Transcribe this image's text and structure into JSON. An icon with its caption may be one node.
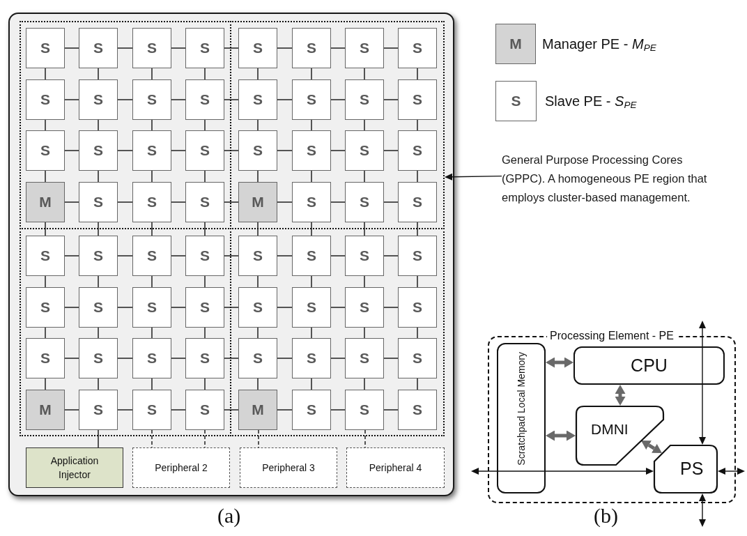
{
  "diagram": {
    "nodes": [
      {
        "text": [],
        "shape": "box"
      },
      {
        "text": [],
        "shape": "box",
        "in": 0
      },
      {
        "text": [],
        "shape": "box",
        "in": 0
      },
      {
        "text": [],
        "shape": "box",
        "in": 0
      },
      {
        "text": [],
        "shape": "box",
        "in": 0
      },
      {
        "text": [
          "S"
        ],
        "in": 1
      },
      {
        "text": [
          "S"
        ],
        "in": 1
      },
      {
        "text": [
          "S"
        ],
        "in": 1
      },
      {
        "text": [
          "S"
        ],
        "in": 1
      },
      {
        "text": [
          "S"
        ],
        "in": 2
      },
      {
        "text": [
          "S"
        ],
        "in": 2
      },
      {
        "text": [
          "S"
        ],
        "in": 2
      },
      {
        "text": [
          "S"
        ],
        "in": 2
      },
      {
        "text": [
          "S"
        ],
        "in": 1
      },
      {
        "text": [
          "S"
        ],
        "in": 1
      },
      {
        "text": [
          "S"
        ],
        "in": 1
      },
      {
        "text": [
          "S"
        ],
        "in": 1
      },
      {
        "text": [
          "S"
        ],
        "in": 2
      },
      {
        "text": [
          "S"
        ],
        "in": 2
      },
      {
        "text": [
          "S"
        ],
        "in": 2
      },
      {
        "text": [
          "S"
        ],
        "in": 2
      },
      {
        "text": [
          "S"
        ],
        "in": 1
      },
      {
        "text": [
          "S"
        ],
        "in": 1
      },
      {
        "text": [
          "S"
        ],
        "in": 1
      },
      {
        "text": [
          "S"
        ],
        "in": 1
      },
      {
        "text": [
          "S"
        ],
        "in": 2
      },
      {
        "text": [
          "S"
        ],
        "in": 2
      },
      {
        "text": [
          "S"
        ],
        "in": 2
      },
      {
        "text": [
          "S"
        ],
        "in": 2
      },
      {
        "text": [
          "M"
        ],
        "in": 1
      },
      {
        "text": [
          "S"
        ],
        "in": 1
      },
      {
        "text": [
          "S"
        ],
        "in": 1
      },
      {
        "text": [
          "S"
        ],
        "in": 1
      },
      {
        "text": [
          "M"
        ],
        "in": 2
      },
      {
        "text": [
          "S"
        ],
        "in": 2
      },
      {
        "text": [
          "S"
        ],
        "in": 2
      },
      {
        "text": [
          "S"
        ],
        "in": 2
      },
      {
        "text": [
          "S"
        ],
        "in": 3
      },
      {
        "text": [
          "S"
        ],
        "in": 3
      },
      {
        "text": [
          "S"
        ],
        "in": 3
      },
      {
        "text": [
          "S"
        ],
        "in": 3
      },
      {
        "text": [
          "S"
        ],
        "in": 4
      },
      {
        "text": [
          "S"
        ],
        "in": 4
      },
      {
        "text": [
          "S"
        ],
        "in": 4
      },
      {
        "text": [
          "S"
        ],
        "in": 4
      },
      {
        "text": [
          "S"
        ],
        "in": 3
      },
      {
        "text": [
          "S"
        ],
        "in": 3
      },
      {
        "text": [
          "S"
        ],
        "in": 3
      },
      {
        "text": [
          "S"
        ],
        "in": 3
      },
      {
        "text": [
          "S"
        ],
        "in": 4
      },
      {
        "text": [
          "S"
        ],
        "in": 4
      },
      {
        "text": [
          "S"
        ],
        "in": 4
      },
      {
        "text": [
          "S"
        ],
        "in": 4
      },
      {
        "text": [
          "S"
        ],
        "in": 3
      },
      {
        "text": [
          "S"
        ],
        "in": 3
      },
      {
        "text": [
          "S"
        ],
        "in": 3
      },
      {
        "text": [
          "S"
        ],
        "in": 3
      },
      {
        "text": [
          "S"
        ],
        "in": 4
      },
      {
        "text": [
          "S"
        ],
        "in": 4
      },
      {
        "text": [
          "S"
        ],
        "in": 4
      },
      {
        "text": [
          "S"
        ],
        "in": 4
      },
      {
        "text": [
          "M"
        ],
        "in": 3
      },
      {
        "text": [
          "S"
        ],
        "in": 3
      },
      {
        "text": [
          "S"
        ],
        "in": 3
      },
      {
        "text": [
          "S"
        ],
        "in": 3
      },
      {
        "text": [
          "M"
        ],
        "in": 4
      },
      {
        "text": [
          "S"
        ],
        "in": 4
      },
      {
        "text": [
          "S"
        ],
        "in": 4
      },
      {
        "text": [
          "S"
        ],
        "in": 4
      },
      {
        "text": [
          "Application Injector"
        ],
        "in": 0
      },
      {
        "text": [
          "Peripheral 2"
        ],
        "in": 0
      },
      {
        "text": [
          "Peripheral 3"
        ],
        "in": 0
      },
      {
        "text": [
          "Peripheral 4"
        ],
        "in": 0
      },
      {
        "text": [
          "M"
        ],
        "beside": [
          "Manager PE - *M*$_{PE}$"
        ]
      },
      {
        "text": [
          "S"
        ],
        "beside": [
          "Slave PE - *S*$_{PE}$"
        ]
      },
      {
        "text": [
          "General Purpose Processing Cores (GPPC). A homogeneous PE region that employs cluster-based management."
        ]
      },
      {
        "text": [
          "Processing Element - PE"
        ]
      },
      {
        "text": [
          "Scratchpad Local Memory"
        ],
        "in": 76
      },
      {
        "text": [
          "CPU"
        ],
        "in": 76
      },
      {
        "text": [
          "DMNI"
        ],
        "in": 76
      },
      {
        "text": [
          "PS"
        ],
        "in": 76
      }
    ],
    "edges": [
      {
        "from": 5,
        "to": 6,
        "arrow": "none"
      },
      {
        "from": 6,
        "to": 7,
        "arrow": "none"
      },
      {
        "from": 7,
        "to": 8,
        "arrow": "none"
      },
      {
        "from": 8,
        "to": 9,
        "arrow": "none"
      },
      {
        "from": 9,
        "to": 10,
        "arrow": "none"
      },
      {
        "from": 10,
        "to": 11,
        "arrow": "none"
      },
      {
        "from": 11,
        "to": 12,
        "arrow": "none"
      },
      {
        "from": 13,
        "to": 14,
        "arrow": "none"
      },
      {
        "from": 14,
        "to": 15,
        "arrow": "none"
      },
      {
        "from": 15,
        "to": 16,
        "arrow": "none"
      },
      {
        "from": 16,
        "to": 17,
        "arrow": "none"
      },
      {
        "from": 17,
        "to": 18,
        "arrow": "none"
      },
      {
        "from": 18,
        "to": 19,
        "arrow": "none"
      },
      {
        "from": 19,
        "to": 20,
        "arrow": "none"
      },
      {
        "from": 21,
        "to": 22,
        "arrow": "none"
      },
      {
        "from": 22,
        "to": 23,
        "arrow": "none"
      },
      {
        "from": 23,
        "to": 24,
        "arrow": "none"
      },
      {
        "from": 24,
        "to": 25,
        "arrow": "none"
      },
      {
        "from": 25,
        "to": 26,
        "arrow": "none"
      },
      {
        "from": 26,
        "to": 27,
        "arrow": "none"
      },
      {
        "from": 27,
        "to": 28,
        "arrow": "none"
      },
      {
        "from": 29,
        "to": 30,
        "arrow": "none"
      },
      {
        "from": 30,
        "to": 31,
        "arrow": "none"
      },
      {
        "from": 31,
        "to": 32,
        "arrow": "none"
      },
      {
        "from": 32,
        "to": 33,
        "arrow": "none"
      },
      {
        "from": 33,
        "to": 34,
        "arrow": "none"
      },
      {
        "from": 34,
        "to": 35,
        "arrow": "none"
      },
      {
        "from": 35,
        "to": 36,
        "arrow": "none"
      },
      {
        "from": 37,
        "to": 38,
        "arrow": "none"
      },
      {
        "from": 38,
        "to": 39,
        "arrow": "none"
      },
      {
        "from": 39,
        "to": 40,
        "arrow": "none"
      },
      {
        "from": 40,
        "to": 41,
        "arrow": "none"
      },
      {
        "from": 41,
        "to": 42,
        "arrow": "none"
      },
      {
        "from": 42,
        "to": 43,
        "arrow": "none"
      },
      {
        "from": 43,
        "to": 44,
        "arrow": "none"
      },
      {
        "from": 45,
        "to": 46,
        "arrow": "none"
      },
      {
        "from": 46,
        "to": 47,
        "arrow": "none"
      },
      {
        "from": 47,
        "to": 48,
        "arrow": "none"
      },
      {
        "from": 48,
        "to": 49,
        "arrow": "none"
      },
      {
        "from": 49,
        "to": 50,
        "arrow": "none"
      },
      {
        "from": 50,
        "to": 51,
        "arrow": "none"
      },
      {
        "from": 51,
        "to": 52,
        "arrow": "none"
      },
      {
        "from": 53,
        "to": 54,
        "arrow": "none"
      },
      {
        "from": 54,
        "to": 55,
        "arrow": "none"
      },
      {
        "from": 55,
        "to": 56,
        "arrow": "none"
      },
      {
        "from": 56,
        "to": 57,
        "arrow": "none"
      },
      {
        "from": 57,
        "to": 58,
        "arrow": "none"
      },
      {
        "from": 58,
        "to": 59,
        "arrow": "none"
      },
      {
        "from": 59,
        "to": 60,
        "arrow": "none"
      },
      {
        "from": 61,
        "to": 62,
        "arrow": "none"
      },
      {
        "from": 62,
        "to": 63,
        "arrow": "none"
      },
      {
        "from": 63,
        "to": 64,
        "arrow": "none"
      },
      {
        "from": 64,
        "to": 65,
        "arrow": "none"
      },
      {
        "from": 65,
        "to": 66,
        "arrow": "none"
      },
      {
        "from": 66,
        "to": 67,
        "arrow": "none"
      },
      {
        "from": 67,
        "to": 68,
        "arrow": "none"
      },
      {
        "from": 5,
        "to": 13,
        "arrow": "none"
      },
      {
        "from": 6,
        "to": 14,
        "arrow": "none"
      },
      {
        "from": 7,
        "to": 15,
        "arrow": "none"
      },
      {
        "from": 8,
        "to": 16,
        "arrow": "none"
      },
      {
        "from": 9,
        "to": 17,
        "arrow": "none"
      },
      {
        "from": 10,
        "to": 18,
        "arrow": "none"
      },
      {
        "from": 11,
        "to": 19,
        "arrow": "none"
      },
      {
        "from": 12,
        "to": 20,
        "arrow": "none"
      },
      {
        "from": 13,
        "to": 21,
        "arrow": "none"
      },
      {
        "from": 14,
        "to": 22,
        "arrow": "none"
      },
      {
        "from": 15,
        "to": 23,
        "arrow": "none"
      },
      {
        "from": 16,
        "to": 24,
        "arrow": "none"
      },
      {
        "from": 17,
        "to": 25,
        "arrow": "none"
      },
      {
        "from": 18,
        "to": 26,
        "arrow": "none"
      },
      {
        "from": 19,
        "to": 27,
        "arrow": "none"
      },
      {
        "from": 20,
        "to": 28,
        "arrow": "none"
      },
      {
        "from": 21,
        "to": 29,
        "arrow": "none"
      },
      {
        "from": 22,
        "to": 30,
        "arrow": "none"
      },
      {
        "from": 23,
        "to": 31,
        "arrow": "none"
      },
      {
        "from": 24,
        "to": 32,
        "arrow": "none"
      },
      {
        "from": 25,
        "to": 33,
        "arrow": "none"
      },
      {
        "from": 26,
        "to": 34,
        "arrow": "none"
      },
      {
        "from": 27,
        "to": 35,
        "arrow": "none"
      },
      {
        "from": 28,
        "to": 36,
        "arrow": "none"
      },
      {
        "from": 29,
        "to": 37,
        "arrow": "none"
      },
      {
        "from": 30,
        "to": 38,
        "arrow": "none"
      },
      {
        "from": 31,
        "to": 39,
        "arrow": "none"
      },
      {
        "from": 32,
        "to": 40,
        "arrow": "none"
      },
      {
        "from": 33,
        "to": 41,
        "arrow": "none"
      },
      {
        "from": 34,
        "to": 42,
        "arrow": "none"
      },
      {
        "from": 35,
        "to": 43,
        "arrow": "none"
      },
      {
        "from": 36,
        "to": 44,
        "arrow": "none"
      },
      {
        "from": 37,
        "to": 45,
        "arrow": "none"
      },
      {
        "from": 38,
        "to": 46,
        "arrow": "none"
      },
      {
        "from": 39,
        "to": 47,
        "arrow": "none"
      },
      {
        "from": 40,
        "to": 48,
        "arrow": "none"
      },
      {
        "from": 41,
        "to": 49,
        "arrow": "none"
      },
      {
        "from": 42,
        "to": 50,
        "arrow": "none"
      },
      {
        "from": 43,
        "to": 51,
        "arrow": "none"
      },
      {
        "from": 44,
        "to": 52,
        "arrow": "none"
      },
      {
        "from": 45,
        "to": 53,
        "arrow": "none"
      },
      {
        "from": 46,
        "to": 54,
        "arrow": "none"
      },
      {
        "from": 47,
        "to": 55,
        "arrow": "none"
      },
      {
        "from": 48,
        "to": 56,
        "arrow": "none"
      },
      {
        "from": 49,
        "to": 57,
        "arrow": "none"
      },
      {
        "from": 50,
        "to": 58,
        "arrow": "none"
      },
      {
        "from": 51,
        "to": 59,
        "arrow": "none"
      },
      {
        "from": 52,
        "to": 60,
        "arrow": "none"
      },
      {
        "from": 53,
        "to": 61,
        "arrow": "none"
      },
      {
        "from": 54,
        "to": 62,
        "arrow": "none"
      },
      {
        "from": 55,
        "to": 63,
        "arrow": "none"
      },
      {
        "from": 56,
        "to": 64,
        "arrow": "none"
      },
      {
        "from": 57,
        "to": 65,
        "arrow": "none"
      },
      {
        "from": 58,
        "to": 66,
        "arrow": "none"
      },
      {
        "from": 59,
        "to": 67,
        "arrow": "none"
      },
      {
        "from": 60,
        "to": 68,
        "arrow": "none"
      },
      {
        "from": 62,
        "to": 69,
        "arrow": "none"
      },
      {
        "from": 63,
        "to": 70,
        "arrow": "none",
        "style": "dashed"
      },
      {
        "from": 64,
        "to": 70,
        "arrow": "none",
        "style": "dashed"
      },
      {
        "from": 65,
        "to": 71,
        "arrow": "none",
        "style": "dashed"
      },
      {
        "from": 67,
        "to": 72,
        "arrow": "none",
        "style": "dashed"
      },
      {
        "from": 75,
        "to": 2,
        "arrow": "to"
      },
      {
        "from": 77,
        "to": 78,
        "arrow": "both",
        "style": "thick",
        "color": "#696969"
      },
      {
        "from": 78,
        "to": 79,
        "arrow": "both",
        "style": "thick",
        "color": "#696969"
      },
      {
        "from": 77,
        "to": 79,
        "arrow": "both",
        "style": "thick",
        "color": "#696969"
      },
      {
        "from": 79,
        "to": 80,
        "arrow": "both",
        "style": "thick",
        "color": "#696969"
      },
      {
        "from": null,
        "to": 80,
        "arrow": "both"
      },
      {
        "from": null,
        "to": 80,
        "arrow": "both"
      },
      {
        "from": 80,
        "to": null,
        "arrow": "both"
      },
      {
        "from": 80,
        "to": null,
        "arrow": "both"
      }
    ],
    "labels": [
      "(a)",
      "(b)"
    ]
  }
}
